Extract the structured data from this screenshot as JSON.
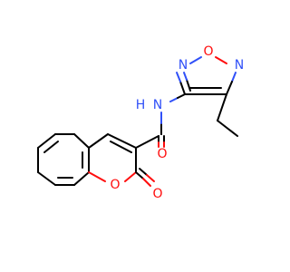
{
  "molecule": {
    "atoms": {
      "o_amide": "O",
      "n_amide": "N",
      "h_amide": "H",
      "n_ring_top": "N",
      "o_ring": "O",
      "n_ring_right": "N",
      "o_lactone": "O",
      "o_carbonyl": "O"
    },
    "colors": {
      "carbon": "#000000",
      "oxygen": "#ff0d0d",
      "nitrogen": "#3050f8"
    }
  }
}
